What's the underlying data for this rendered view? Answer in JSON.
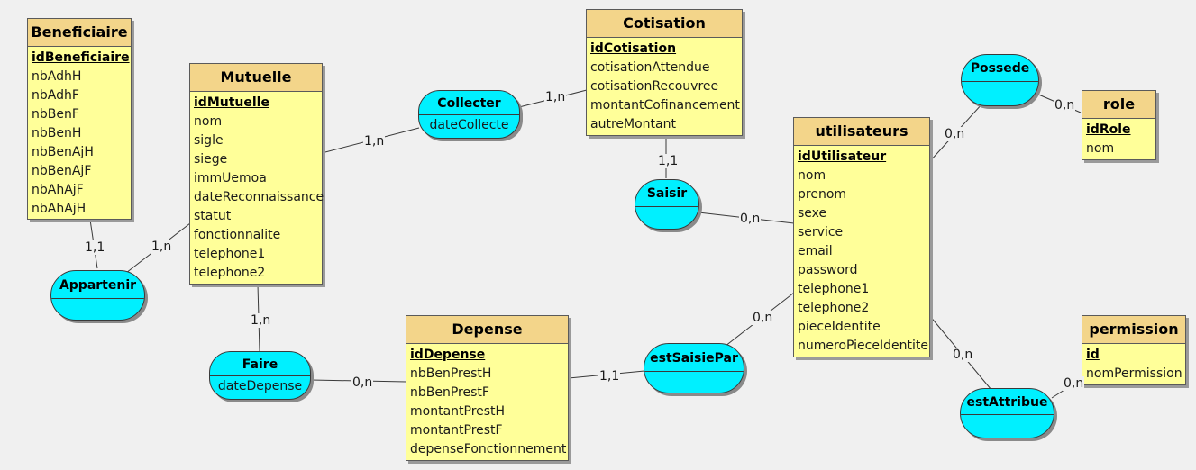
{
  "entities": {
    "beneficiaire": {
      "name": "Beneficiaire",
      "key": "idBeneficiaire",
      "attributes": [
        "nbAdhH",
        "nbAdhF",
        "nbBenF",
        "nbBenH",
        "nbBenAjH",
        "nbBenAjF",
        "nbAhAjF",
        "nbAhAjH"
      ]
    },
    "mutuelle": {
      "name": "Mutuelle",
      "key": "idMutuelle",
      "attributes": [
        "nom",
        "sigle",
        "siege",
        "immUemoa",
        "dateReconnaissance",
        "statut",
        "fonctionnalite",
        "telephone1",
        "telephone2"
      ]
    },
    "cotisation": {
      "name": "Cotisation",
      "key": "idCotisation",
      "attributes": [
        "cotisationAttendue",
        "cotisationRecouvree",
        "montantCofinancement",
        "autreMontant"
      ]
    },
    "utilisateurs": {
      "name": "utilisateurs",
      "key": "idUtilisateur",
      "attributes": [
        "nom",
        "prenom",
        "sexe",
        "service",
        "email",
        "password",
        "telephone1",
        "telephone2",
        "pieceIdentite",
        "numeroPieceIdentite"
      ]
    },
    "role": {
      "name": "role",
      "key": "idRole",
      "attributes": [
        "nom"
      ]
    },
    "permission": {
      "name": "permission",
      "key": "id",
      "attributes": [
        "nomPermission"
      ]
    },
    "depense": {
      "name": "Depense",
      "key": "idDepense",
      "attributes": [
        "nbBenPrestH",
        "nbBenPrestF",
        "montantPrestH",
        "montantPrestF",
        "depenseFonctionnement"
      ]
    }
  },
  "associations": {
    "collecter": {
      "name": "Collecter",
      "attribute": "dateCollecte"
    },
    "saisir": {
      "name": "Saisir",
      "attribute": ""
    },
    "possede": {
      "name": "Possede",
      "attribute": ""
    },
    "appartenir": {
      "name": "Appartenir",
      "attribute": ""
    },
    "faire": {
      "name": "Faire",
      "attribute": "dateDepense"
    },
    "estSaisiePar": {
      "name": "estSaisiePar",
      "attribute": ""
    },
    "estAttribue": {
      "name": "estAttribue",
      "attribute": ""
    }
  },
  "cardinalities": {
    "beneficiaire_appartenir": "1,1",
    "mutuelle_appartenir": "1,n",
    "mutuelle_collecter": "1,n",
    "cotisation_collecter": "1,n",
    "cotisation_saisir": "1,1",
    "utilisateurs_saisir": "0,n",
    "mutuelle_faire": "1,n",
    "depense_faire": "0,n",
    "depense_estSaisiePar": "1,1",
    "utilisateurs_estSaisiePar": "0,n",
    "utilisateurs_possede": "0,n",
    "role_possede": "0,n",
    "utilisateurs_estAttribue": "0,n",
    "permission_estAttribue": "0,n"
  },
  "colors": {
    "entity_fill": "#ffff99",
    "entity_header": "#f3d58a",
    "association_fill": "#00f0ff",
    "background": "#f0f0f0"
  }
}
